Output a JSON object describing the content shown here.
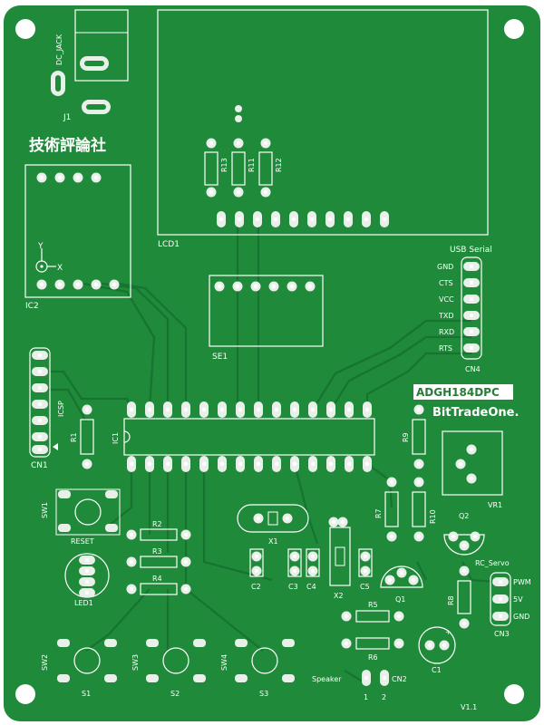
{
  "board": {
    "colors": {
      "pcb": "#1f8a3a",
      "trace": "#1b7f34",
      "silk": "#ffffff",
      "pad": "#e9efe9",
      "hole": "#ffffff"
    },
    "maker_jp": "技術評論社",
    "brand": {
      "model": "ADGH184DPC",
      "name": "BitTradeOne."
    },
    "version": "V1.1",
    "labels": {
      "dc_jack": "DC_JACK",
      "j1": "J1",
      "lcd1": "LCD1",
      "ic2": "IC2",
      "se1": "SE1",
      "ic1": "IC1",
      "icsp": "ICSP",
      "cn1": "CN1",
      "r1": "R1",
      "r2": "R2",
      "r3": "R3",
      "r4": "R4",
      "r5": "R5",
      "r6": "R6",
      "r7": "R7",
      "r8": "R8",
      "r9": "R9",
      "r10": "R10",
      "r11": "R11",
      "r12": "R12",
      "r13": "R13",
      "sw1": "SW1",
      "sw2": "SW2",
      "sw3": "SW3",
      "sw4": "SW4",
      "reset": "RESET",
      "led1": "LED1",
      "x1": "X1",
      "x2": "X2",
      "c1": "C1",
      "c2": "C2",
      "c3": "C3",
      "c4": "C4",
      "c5": "C5",
      "q1": "Q1",
      "q2": "Q2",
      "vr1": "VR1",
      "cn2": "CN2",
      "cn3": "CN3",
      "cn4": "CN4",
      "s1": "S1",
      "s2": "S2",
      "s3": "S3",
      "speaker": "Speaker",
      "pin1": "1",
      "pin2": "2",
      "axis_y": "Y",
      "axis_x": "X",
      "usb_serial": "USB Serial",
      "usb_pins": [
        "GND",
        "CTS",
        "VCC",
        "TXD",
        "RXD",
        "RTS"
      ],
      "rc_servo": "RC_Servo",
      "servo_pins": [
        "PWM",
        "5V",
        "GND"
      ]
    }
  }
}
